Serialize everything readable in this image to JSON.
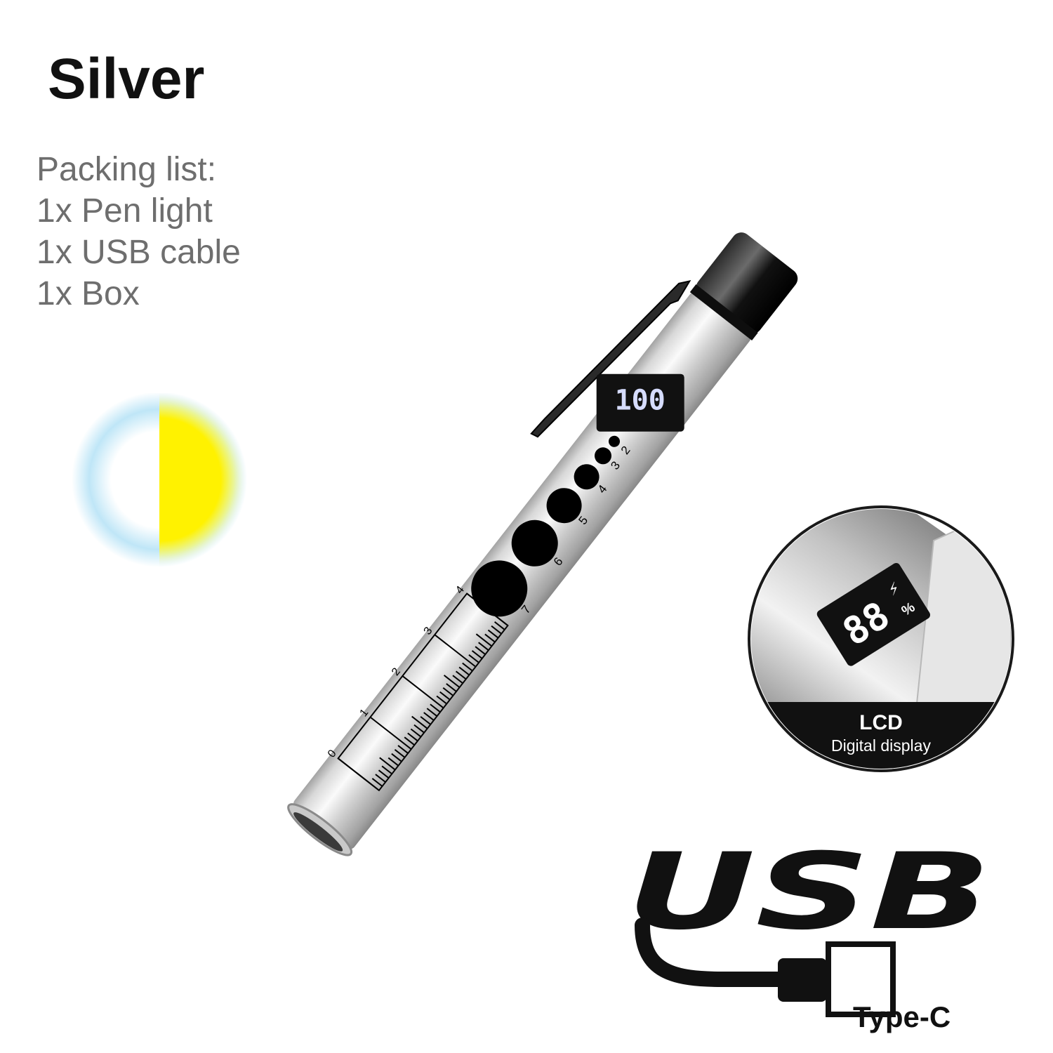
{
  "title": "Silver",
  "packing_list": {
    "heading": "Packing list:",
    "items": [
      "1x Pen light",
      "1x USB cable",
      "1x Box"
    ]
  },
  "lcd_callout": {
    "title": "LCD",
    "subtitle": "Digital display",
    "screen_reading": "88"
  },
  "pen_display_reading": "100",
  "pupil_gauge_labels": [
    "2",
    "3",
    "4",
    "5",
    "6",
    "7"
  ],
  "ruler_labels": [
    "0",
    "1",
    "2",
    "3",
    "4"
  ],
  "usb_badge": {
    "logo_text": "USB",
    "connector_label": "Type-C"
  },
  "light_colors": {
    "cool_white": "#bfe6f7",
    "warm_yellow": "#fff200"
  },
  "icons": [
    "battery-charge-icon",
    "usb-cable-icon",
    "light-color-icon"
  ]
}
